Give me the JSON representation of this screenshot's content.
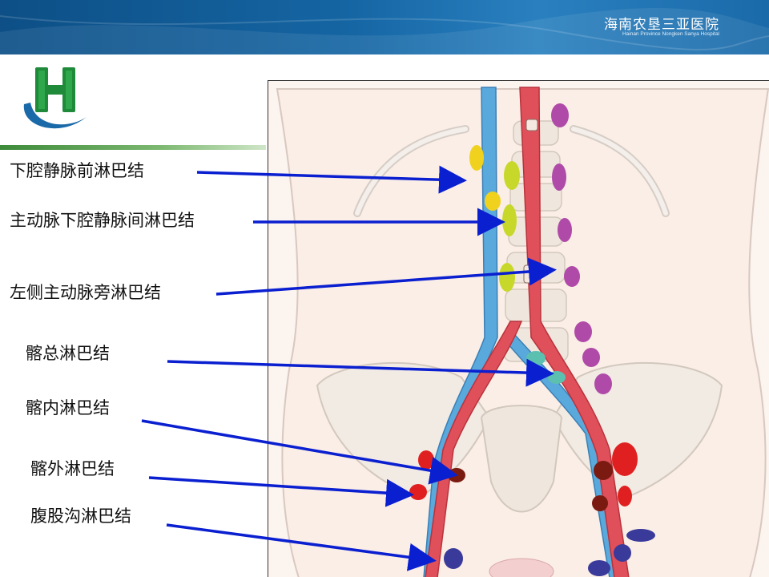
{
  "header": {
    "hospital_name_cn": "海南农垦三亚医院",
    "hospital_name_en": "Hainan Province Nongken Sanya Hospital",
    "color": "#1565a3"
  },
  "labels": [
    "下腔静脉前淋巴结",
    "主动脉下腔静脉间淋巴结",
    "左侧主动脉旁淋巴结",
    "髂总淋巴结",
    "髂内淋巴结",
    "髂外淋巴结",
    "腹股沟淋巴结"
  ],
  "colors": {
    "arrow": "#0a1fd0",
    "aorta": "#e0505a",
    "vena_cava": "#5aa9dc",
    "node_yellow": "#f0d21e",
    "node_lime": "#c8d82a",
    "node_purple": "#b04aa8",
    "node_teal": "#5cc0b0",
    "node_red": "#e02020",
    "node_darkred": "#7a1a10",
    "node_navy": "#3a3a9a"
  }
}
